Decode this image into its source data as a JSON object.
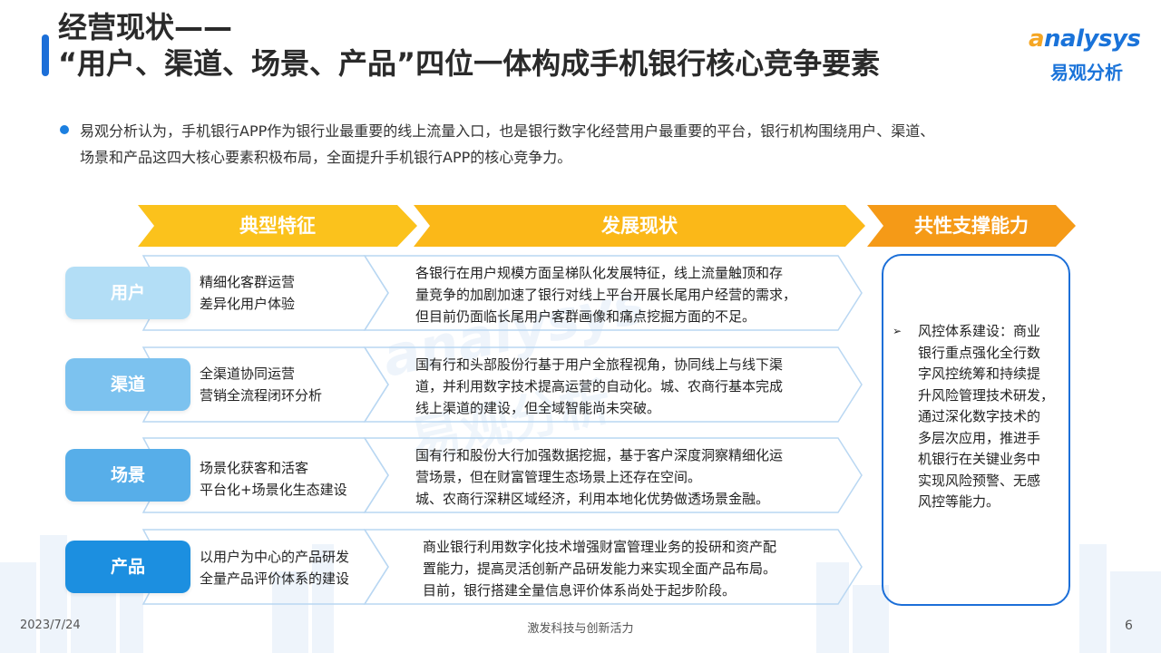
{
  "title": {
    "line1": "经营现状——",
    "line2": "“用户、渠道、场景、产品”四位一体构成手机银行核心竞争要素"
  },
  "logo": {
    "text_en_a": "a",
    "text_en_rest": "nalysys",
    "text_cn": "易观分析"
  },
  "intro": {
    "line1": "易观分析认为，手机银行APP作为银行业最重要的线上流量入口，也是银行数字化经营用户最重要的平台，银行机构围绕用户、渠道、",
    "line2": "场景和产品这四大核心要素积极布局，全面提升手机银行APP的核心竞争力。"
  },
  "headers": {
    "typical": "典型特征",
    "status": "发展现状",
    "support": "共性支撑能力"
  },
  "colors": {
    "header_yellow": "#fbc21c",
    "header_orange": "#f59a17",
    "pill_1": "#b3def6",
    "pill_2": "#7cc2ef",
    "pill_3": "#57aee9",
    "pill_4": "#1c8fe0",
    "border_blue": "#1c6fd8"
  },
  "rows": [
    {
      "label": "用户",
      "features": [
        "精细化客群运营",
        "差异化用户体验"
      ],
      "status": [
        "各银行在用户规模方面呈梯队化发展特征，线上流量触顶和存",
        "量竞争的加剧加速了银行对线上平台开展长尾用户经营的需求，",
        "但目前仍面临长尾用户客群画像和痛点挖掘方面的不足。"
      ]
    },
    {
      "label": "渠道",
      "features": [
        "全渠道协同运营",
        "营销全流程闭环分析"
      ],
      "status": [
        "国有行和头部股份行基于用户全旅程视角，协同线上与线下渠",
        "道，并利用数字技术提高运营的自动化。城、农商行基本完成",
        "线上渠道的建设，但全域智能尚未突破。"
      ]
    },
    {
      "label": "场景",
      "features": [
        "场景化获客和活客",
        "平台化+场景化生态建设"
      ],
      "status": [
        "国有行和股份大行加强数据挖掘，基于客户深度洞察精细化运",
        "营场景，但在财富管理生态场景上还存在空间。",
        "城、农商行深耕区域经济，利用本地化优势做透场景金融。"
      ]
    },
    {
      "label": "产品",
      "features": [
        "以用户为中心的产品研发",
        "全量产品评价体系的建设"
      ],
      "status": [
        "商业银行利用数字化技术增强财富管理业务的投研和资产配",
        "置能力，提高灵活创新产品研发能力来实现全面产品布局。",
        "目前，银行搭建全量信息评价体系尚处于起步阶段。"
      ]
    }
  ],
  "support": {
    "bullet": "➢",
    "lines": [
      "风控体系建设：商业",
      "银行重点强化全行数",
      "字风控统筹和持续提",
      "升风险管理技术研发，",
      "通过深化数字技术的",
      "多层次应用，推进手",
      "机银行在关键业务中",
      "实现风险预警、无感",
      "风控等能力。"
    ]
  },
  "watermark": {
    "en": "analysys",
    "cn": "易观分析"
  },
  "footer": {
    "date": "2023/7/24",
    "center": "激发科技与创新活力",
    "page": "6"
  }
}
